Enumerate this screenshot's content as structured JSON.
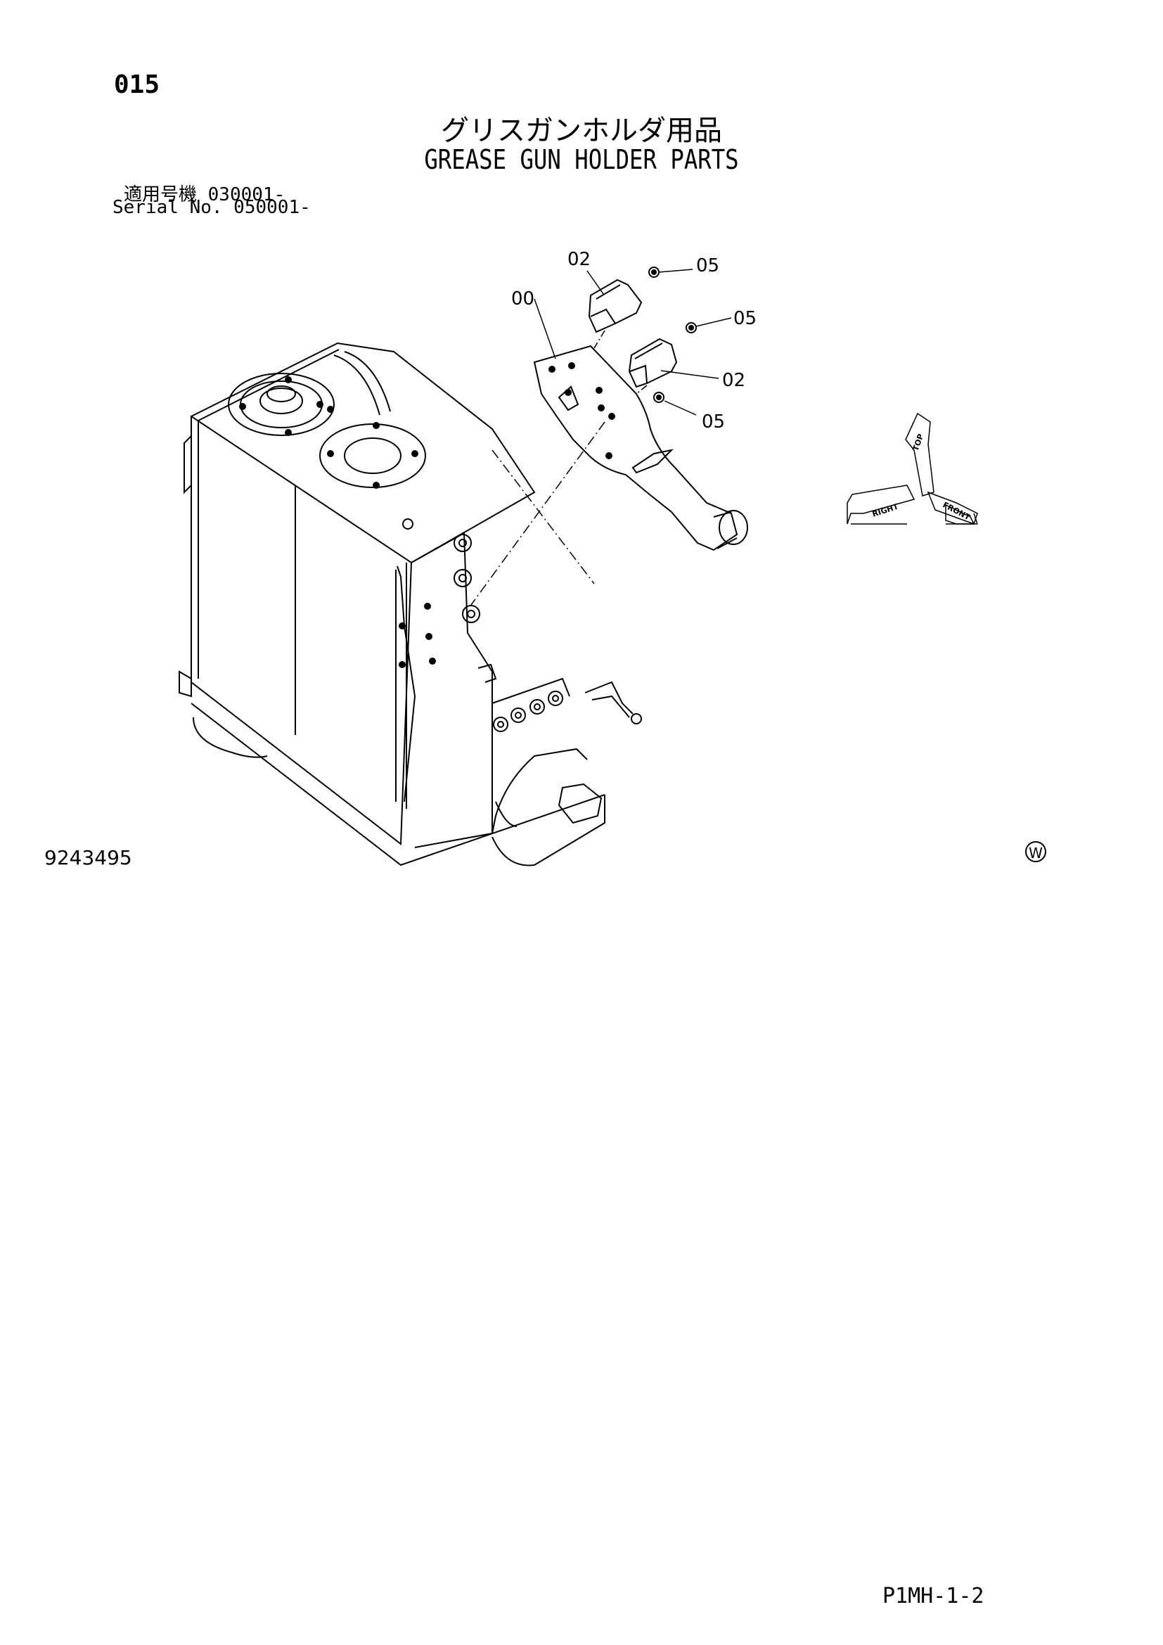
{
  "page": {
    "code": "015",
    "title_ja": "グリスガンホルダ用品",
    "title_en": "GREASE GUN HOLDER PARTS",
    "serial_line_1": "適用号機 030001-",
    "serial_line_2": "Serial No. 050001-",
    "drawing_number": "9243495",
    "mark": "W",
    "page_ref": "P1MH-1-2"
  },
  "callouts": [
    "00",
    "02",
    "05",
    "05",
    "02",
    "05"
  ],
  "orientation": {
    "top": "TOP",
    "right": "RIGHT",
    "front": "FRONT"
  },
  "colors": {
    "ink": "#000000",
    "paper": "#ffffff"
  }
}
